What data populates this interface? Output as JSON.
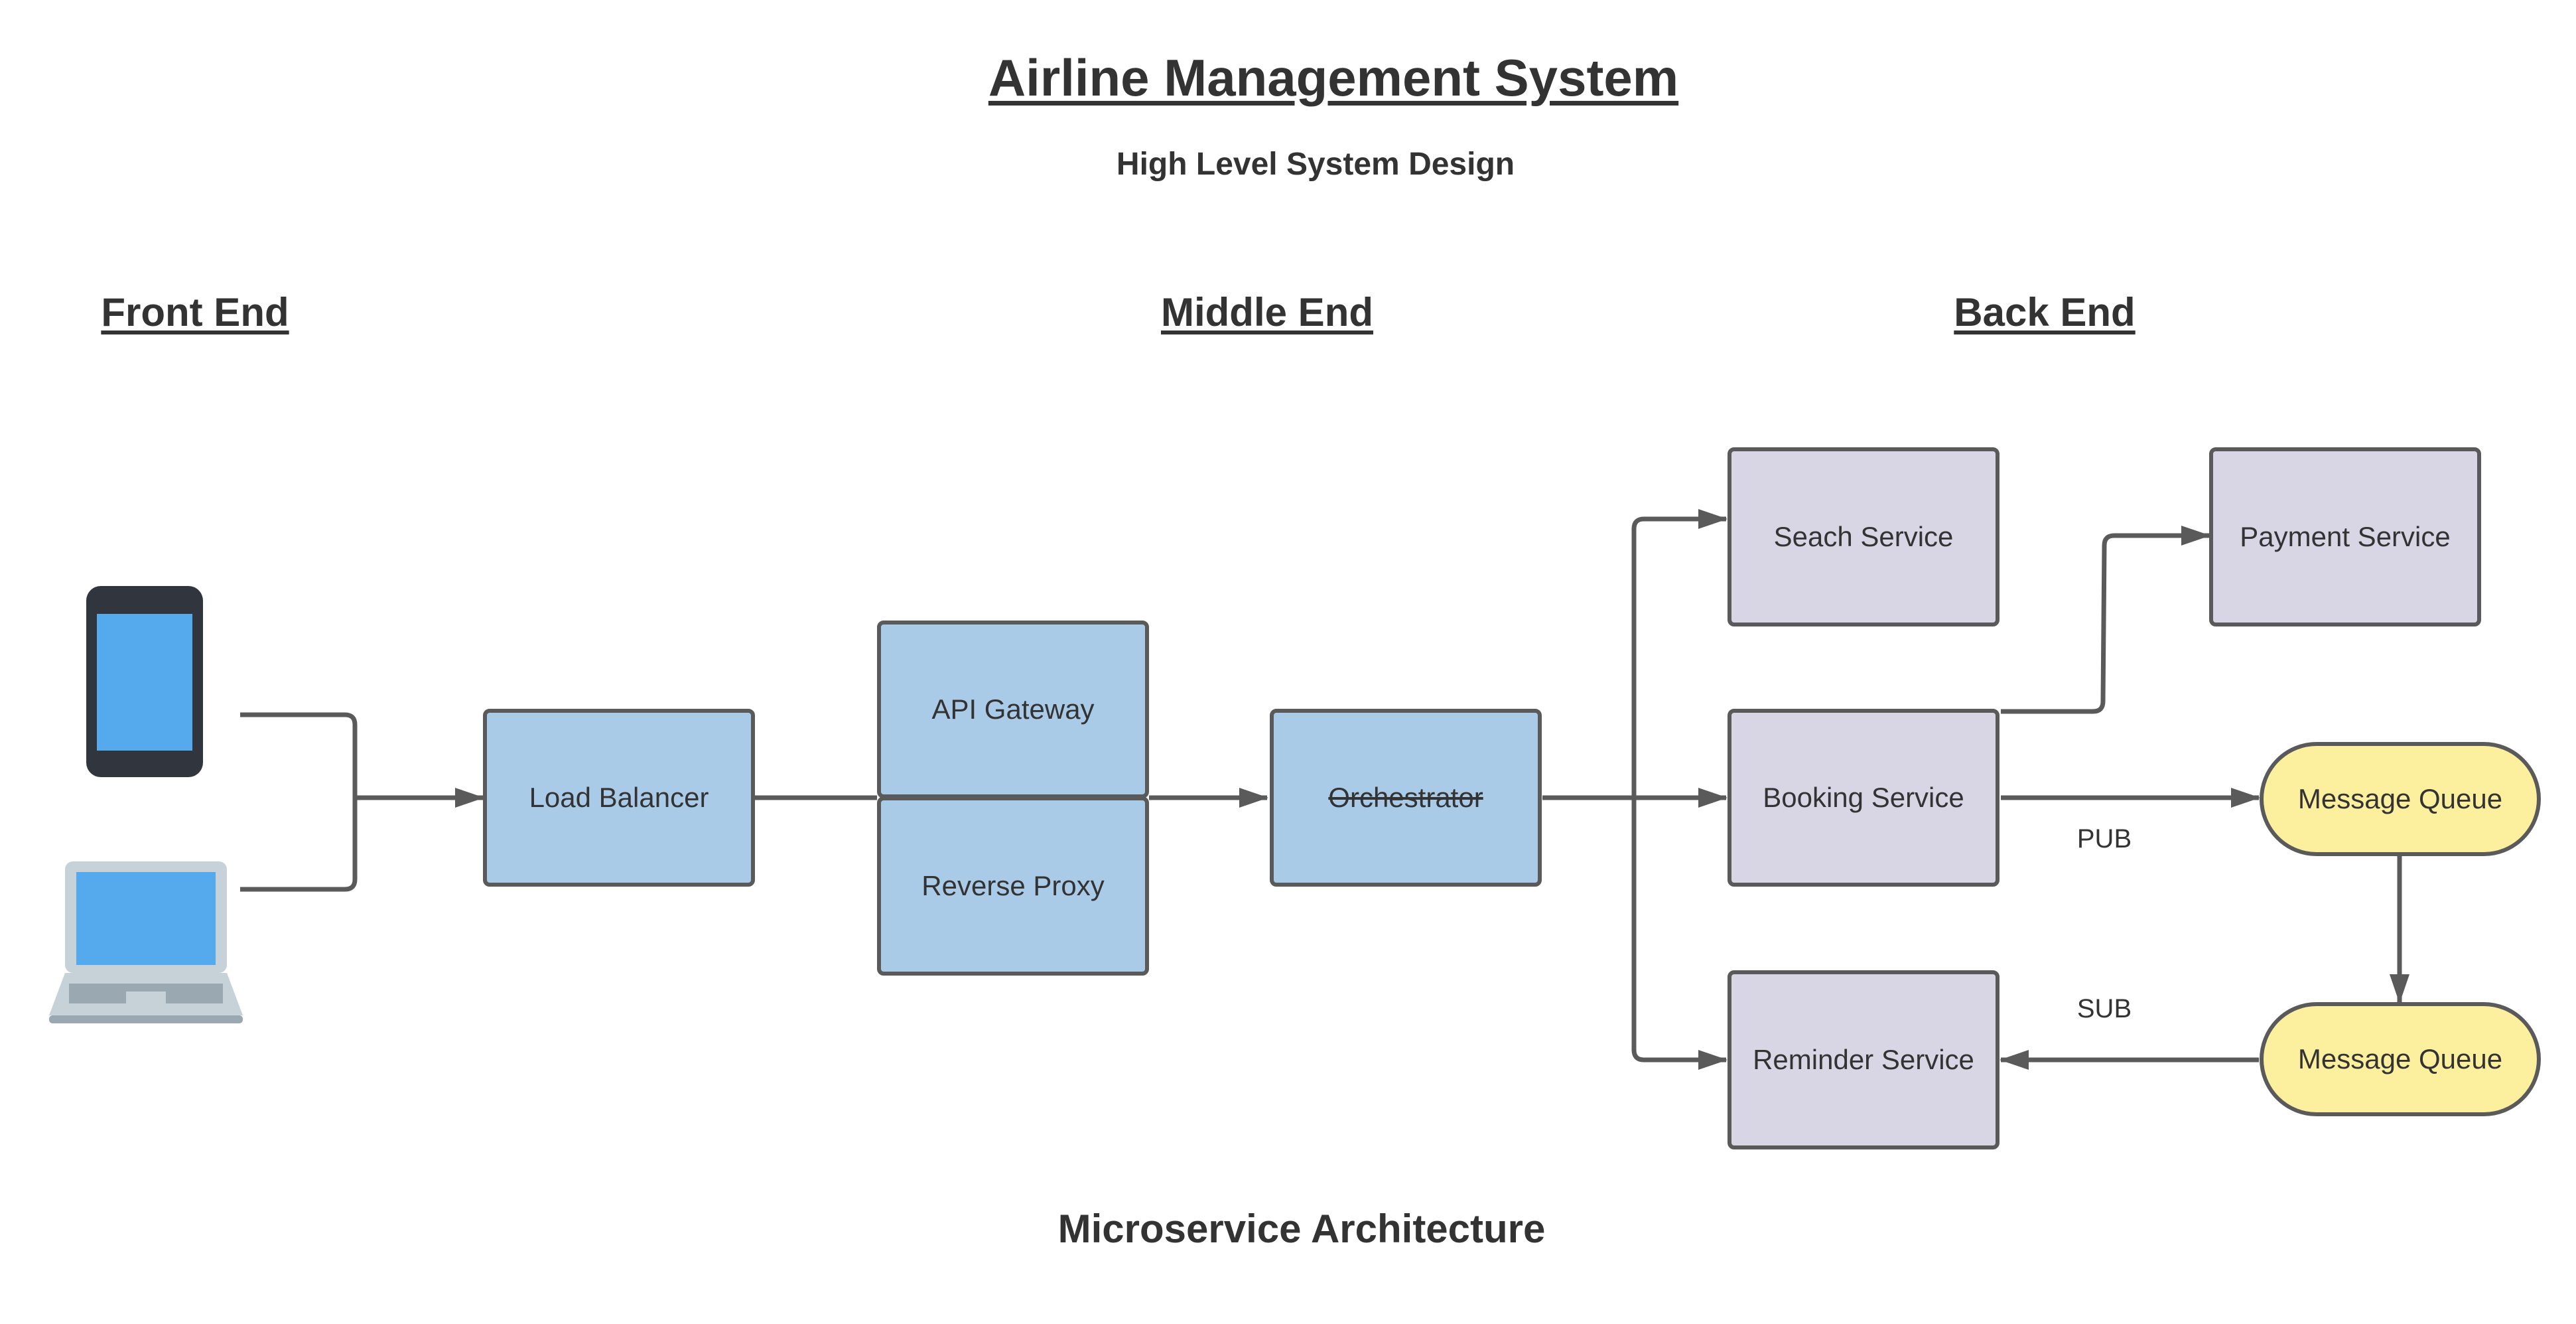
{
  "title": "Airline Management System",
  "subtitle": "High Level System Design",
  "sections": {
    "front_end": "Front End",
    "middle_end": "Middle End",
    "back_end": "Back End"
  },
  "nodes": {
    "load_balancer": "Load Balancer",
    "api_gateway": "API Gateway",
    "reverse_proxy": "Reverse Proxy",
    "orchestrator": "Orchestrator",
    "search_service": "Seach Service",
    "booking_service": "Booking Service",
    "reminder_service": "Reminder Service",
    "payment_service": "Payment Service",
    "message_queue_pub": "Message Queue",
    "message_queue_sub": "Message Queue"
  },
  "edge_labels": {
    "pub": "PUB",
    "sub": "SUB"
  },
  "footer": "Microservice Architecture",
  "devices": [
    "smartphone-icon",
    "laptop-icon"
  ],
  "colors": {
    "middle_tier": "#aacbe8",
    "back_tier": "#d8d6e4",
    "queue": "#fcef9e",
    "stroke": "#5a5a5a",
    "screen": "#55aaee"
  }
}
